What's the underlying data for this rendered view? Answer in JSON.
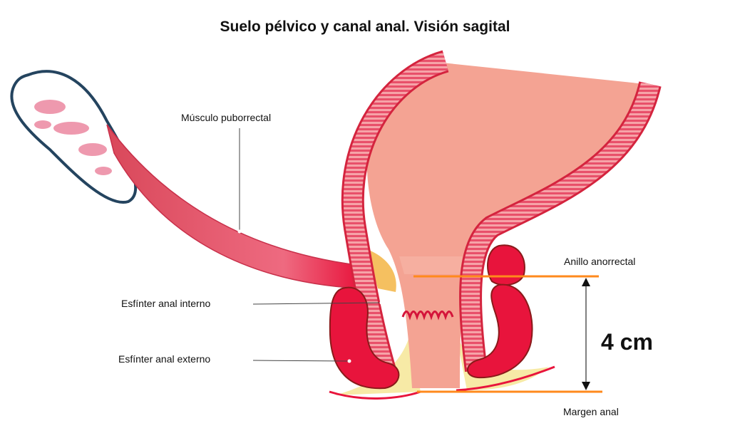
{
  "title": "Suelo pélvico y canal anal. Visión sagital",
  "labels": {
    "puborectalis": "Músculo puborrectal",
    "internal_sphincter": "Esfínter anal interno",
    "external_sphincter": "Esfínter anal externo",
    "anorectal_ring": "Anillo anorrectal",
    "anal_verge": "Margen anal",
    "length": "4 cm"
  },
  "colors": {
    "wall": "#e8506a",
    "wall_light": "#f6a3a8",
    "lumen": "#f4a393",
    "external_sphincter": "#e8143c",
    "fat": "#f7eaa6",
    "marker_lines": "#ff8a1c",
    "bone_outline": "#24445f"
  }
}
